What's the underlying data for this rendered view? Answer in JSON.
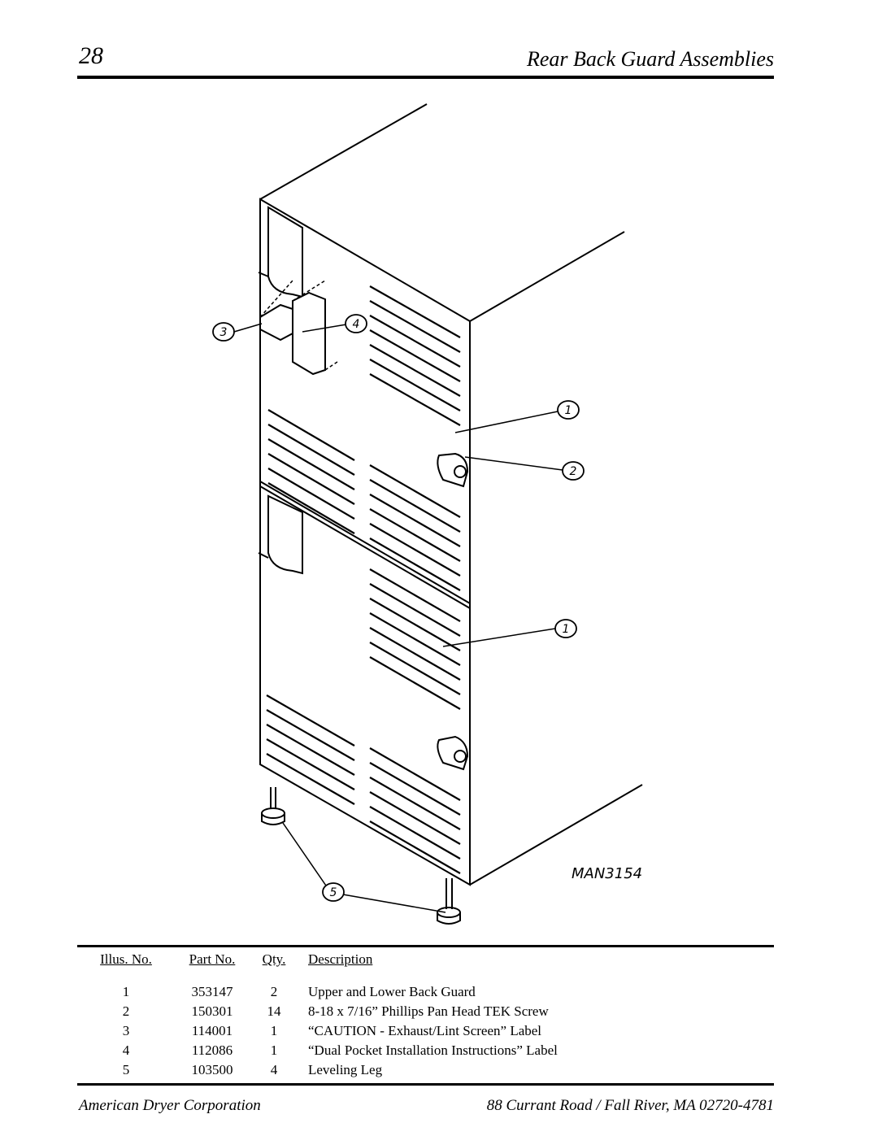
{
  "header": {
    "page_number": "28",
    "title": "Rear Back Guard Assemblies"
  },
  "diagram": {
    "drawing_id": "MAN3154",
    "callouts": [
      "1",
      "2",
      "3",
      "4",
      "1",
      "5"
    ]
  },
  "table": {
    "headers": [
      "Illus. No.",
      "Part No.",
      "Qty.",
      "Description"
    ],
    "rows": [
      {
        "illus": "1",
        "part": "353147",
        "qty": "2",
        "desc": "Upper and Lower Back Guard"
      },
      {
        "illus": "2",
        "part": "150301",
        "qty": "14",
        "desc": "8-18 x 7/16” Phillips Pan Head TEK Screw"
      },
      {
        "illus": "3",
        "part": "114001",
        "qty": "1",
        "desc": "“CAUTION - Exhaust/Lint Screen” Label"
      },
      {
        "illus": "4",
        "part": "112086",
        "qty": "1",
        "desc": "“Dual Pocket Installation Instructions” Label"
      },
      {
        "illus": "5",
        "part": "103500",
        "qty": "4",
        "desc": "Leveling Leg"
      }
    ]
  },
  "footer": {
    "company": "American Dryer Corporation",
    "address": "88 Currant Road / Fall River, MA 02720-4781"
  }
}
